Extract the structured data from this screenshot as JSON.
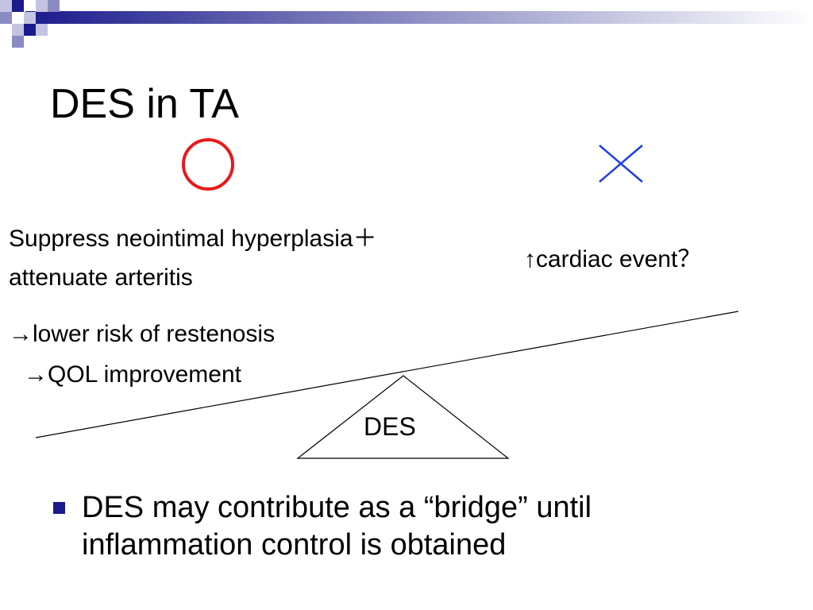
{
  "slide": {
    "title": "DES in TA"
  },
  "balance": {
    "pro_symbol_icon": "red-circle-icon",
    "con_symbol_icon": "blue-cross-icon",
    "pro_lines": [
      "Suppress neointimal hyperplasia＋",
      "attenuate arteritis"
    ],
    "con_lines": [
      "↑cardiac event？"
    ],
    "result_lines": [
      "→lower risk of restenosis",
      "→QOL improvement"
    ],
    "fulcrum_label": "DES",
    "colors": {
      "pro_symbol": "#e8191a",
      "con_symbol": "#1e3fe8",
      "beam": "#000000"
    }
  },
  "bullets": [
    {
      "text": "DES may contribute as a “bridge” until inflammation control is obtained"
    }
  ],
  "theme": {
    "bullet_color": "#1a1a8c",
    "decor_colors": [
      "#1a1a8c",
      "#8a8ac4",
      "#c4c4e2"
    ]
  }
}
